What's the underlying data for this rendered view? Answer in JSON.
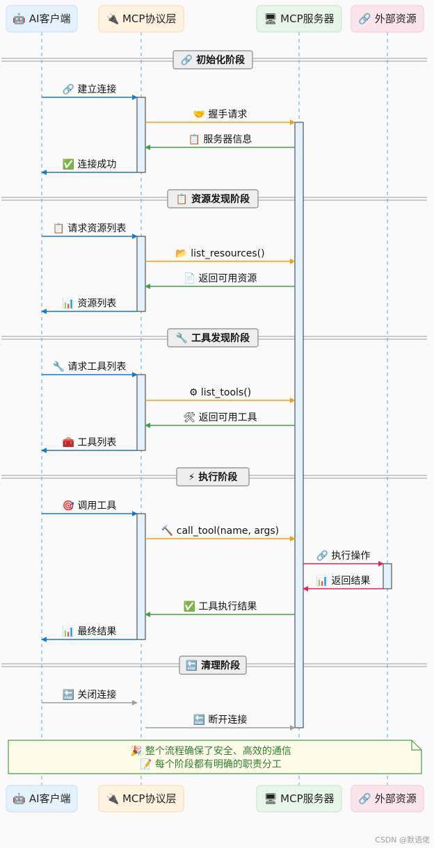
{
  "participants": [
    {
      "id": "client",
      "label": "🤖 AI客户端",
      "fill": "#e3f2fd",
      "stroke": "#cfe3f4"
    },
    {
      "id": "mcp",
      "label": "🔌 MCP协议层",
      "fill": "#fff3e0",
      "stroke": "#f6e0c2"
    },
    {
      "id": "server",
      "label": "🖥 MCP服务器",
      "fill": "#e8f5e9",
      "stroke": "#cfe5d0"
    },
    {
      "id": "ext",
      "label": "🔗 外部资源",
      "fill": "#fce4ec",
      "stroke": "#f3cfda"
    }
  ],
  "phases": [
    {
      "label": "🔗 初始化阶段"
    },
    {
      "label": "📋 资源发现阶段"
    },
    {
      "label": "🔧 工具发现阶段"
    },
    {
      "label": "⚡ 执行阶段"
    },
    {
      "label": "🔚 清理阶段"
    }
  ],
  "messages": [
    {
      "label": "🔗 建立连接",
      "from": "client",
      "to": "mcp",
      "dir": "right",
      "color": "#1976d2"
    },
    {
      "label": "🤝 握手请求",
      "from": "mcp",
      "to": "server",
      "dir": "right",
      "color": "#f59e0b"
    },
    {
      "label": "📋 服务器信息",
      "from": "server",
      "to": "mcp",
      "dir": "left",
      "color": "#43a047"
    },
    {
      "label": "✅ 连接成功",
      "from": "mcp",
      "to": "client",
      "dir": "left",
      "color": "#1976d2"
    },
    {
      "label": "📋 请求资源列表",
      "from": "client",
      "to": "mcp",
      "dir": "right",
      "color": "#1976d2"
    },
    {
      "label": "📂 list_resources()",
      "from": "mcp",
      "to": "server",
      "dir": "right",
      "color": "#f59e0b"
    },
    {
      "label": "📄 返回可用资源",
      "from": "server",
      "to": "mcp",
      "dir": "left",
      "color": "#43a047"
    },
    {
      "label": "📊 资源列表",
      "from": "mcp",
      "to": "client",
      "dir": "left",
      "color": "#1976d2"
    },
    {
      "label": "🔧 请求工具列表",
      "from": "client",
      "to": "mcp",
      "dir": "right",
      "color": "#1976d2"
    },
    {
      "label": "⚙ list_tools()",
      "from": "mcp",
      "to": "server",
      "dir": "right",
      "color": "#f59e0b"
    },
    {
      "label": "🛠 返回可用工具",
      "from": "server",
      "to": "mcp",
      "dir": "left",
      "color": "#43a047"
    },
    {
      "label": "🧰 工具列表",
      "from": "mcp",
      "to": "client",
      "dir": "left",
      "color": "#1976d2"
    },
    {
      "label": "🎯 调用工具",
      "from": "client",
      "to": "mcp",
      "dir": "right",
      "color": "#1976d2"
    },
    {
      "label": "🔨 call_tool(name, args)",
      "from": "mcp",
      "to": "server",
      "dir": "right",
      "color": "#f59e0b"
    },
    {
      "label": "🔗 执行操作",
      "from": "server",
      "to": "ext",
      "dir": "right",
      "color": "#e91e63"
    },
    {
      "label": "📊 返回结果",
      "from": "ext",
      "to": "server",
      "dir": "left",
      "color": "#e91e63"
    },
    {
      "label": "✅ 工具执行结果",
      "from": "server",
      "to": "mcp",
      "dir": "left",
      "color": "#43a047"
    },
    {
      "label": "📊 最终结果",
      "from": "mcp",
      "to": "client",
      "dir": "left",
      "color": "#1976d2"
    },
    {
      "label": "🔚 关闭连接",
      "from": "client",
      "to": "mcp",
      "dir": "right",
      "color": "#9e9e9e"
    },
    {
      "label": "🔚 断开连接",
      "from": "mcp",
      "to": "server",
      "dir": "right",
      "color": "#9e9e9e"
    }
  ],
  "note": {
    "lines": [
      "🎉 整个流程确保了安全、高效的通信",
      "📝 每个阶段都有明确的职责分工"
    ]
  },
  "watermark": "CSDN @默语佬"
}
